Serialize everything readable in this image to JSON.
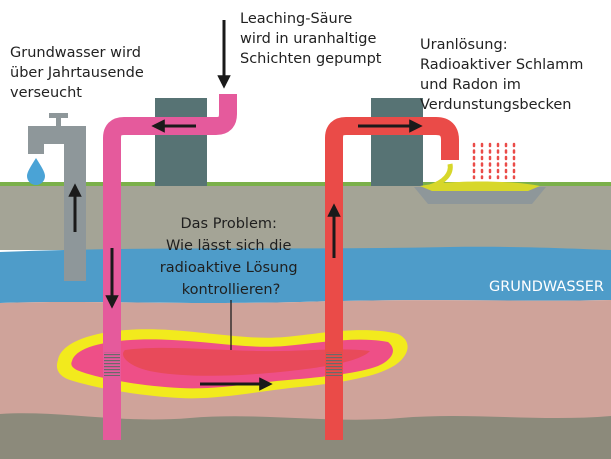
{
  "labels": {
    "groundwater_contaminated": [
      "Grundwasser wird",
      "über Jahrtausende",
      "verseucht"
    ],
    "leaching_acid": [
      "Leaching-Säure",
      "wird in uranhaltige",
      "Schichten gepumpt"
    ],
    "uranium_solution": [
      "Uranlösung:",
      "Radioaktiver Schlamm",
      "und Radon im",
      "Verdunstungsbecken"
    ],
    "problem": [
      "Das Problem:",
      "Wie lässt sich die",
      "radioaktive Lösung",
      "kontrollieren?"
    ],
    "aquifer": "GRUNDWASSER"
  },
  "colors": {
    "sky": "#ffffff",
    "grass": "#7bb04a",
    "upper_soil": "#a4a496",
    "aquifer": "#4e9cc9",
    "lower_soil": "#cfa39a",
    "bedrock": "#8c8a7b",
    "injection_pipe": "#e55a9c",
    "extraction_pipe": "#ea4b48",
    "well_structure": "#577374",
    "faucet": "#8e979a",
    "plume_outer": "#f2ea1d",
    "plume_inner": "#ee4f87",
    "pond_liquid": "#d7d72a",
    "arrow": "#1a1a1a",
    "water_drop": "#4aa3d6"
  }
}
